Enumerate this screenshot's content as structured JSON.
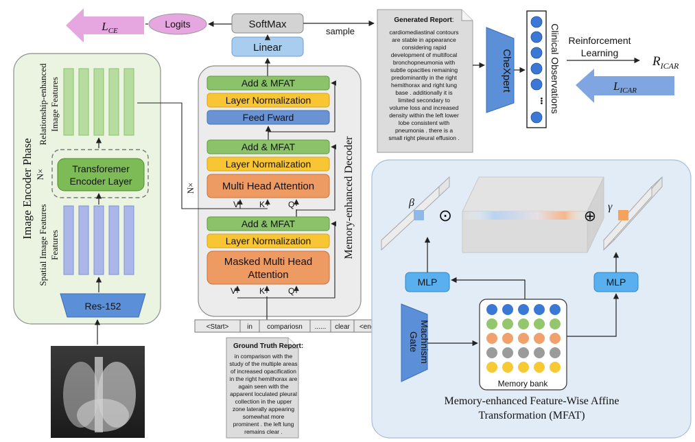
{
  "encoder": {
    "phase_title": "Image Encoder Phase",
    "relation_label_1": "Relationship-enhanced",
    "relation_label_2": "Image Features",
    "nx_left": "N×",
    "encoder_layer_1": "Transforemer",
    "encoder_layer_2": "Encoder Layer",
    "spatial_label_1": "Spatial Image Features",
    "spatial_label_2": "Features",
    "backbone": "Res-152"
  },
  "decoder": {
    "title": "Memory-enhanced Decoder",
    "nx": "N×",
    "softmax": "SoftMax",
    "linear": "Linear",
    "add_mfat_1": "Add  & MFAT",
    "add_mfat_2": "Add  & MFAT",
    "add_mfat_3": "Add & MFAT",
    "layer_norm": "Layer Normalization",
    "feed_forward": "Feed Fward",
    "multi_head": "Multi Head Attention",
    "masked_1": "Masked Multi Head",
    "masked_2": "Attention",
    "v": "V",
    "k": "K",
    "q": "Q",
    "logits": "Logits",
    "sample": "sample",
    "loss_ce_main": "L",
    "loss_ce_sub": "CE"
  },
  "tokens": [
    "<Start>",
    "in",
    "compariosn",
    "......",
    "clear",
    "<end>"
  ],
  "ground_truth": {
    "title": "Ground Truth Report:",
    "lines": [
      "in comparison with the",
      "study of the multiple areas",
      "of increased opacification",
      "in the right hemithorax are",
      "again seen with the",
      "apparent loculated pleural",
      "collection in the upper",
      "zone laterally appearing",
      "somewhat more",
      "prominent . the left lung",
      "remains clear ."
    ]
  },
  "generated": {
    "title": "Generated Report",
    "title_colon": ":",
    "lines": [
      "cardiomediastinal contours",
      "are stable in appearance",
      "considering rapid",
      "development of multifocal",
      "bronchopneumonia with",
      "subtle opacities remaining",
      "predominantly in the right",
      "hemithorax and right lung",
      "base . additionally it is",
      "limited secondary to",
      "volume loss and increased",
      "density within the left lower",
      "lobe consistent with",
      "pneumonia . there is a",
      "small right pleural effusion ."
    ]
  },
  "rl": {
    "chexpert": "CheXpert",
    "clinical": "Clinical Observations",
    "dots": "•••",
    "rl_1": "Reinforcement",
    "rl_2": "Learning",
    "r_main": "R",
    "r_sub": "ICAR",
    "l_main": "L",
    "l_sub": "ICAR"
  },
  "mfat": {
    "beta": "β",
    "gamma": "γ",
    "odot": "⊙",
    "oplus": "⊕",
    "mlp_left": "MLP",
    "mlp_right": "MLP",
    "gate_1": "Gate",
    "gate_2": "Machnism",
    "memory_bank": "Memory bank",
    "caption_1": "Memory-enhanced Feature-Wise Affine",
    "caption_2": "Transformation (MFAT)"
  },
  "colors": {
    "green_panel": "#eaf4e0",
    "blue_panel": "#e2ecf7",
    "decoder_panel": "#ececec",
    "green_box": "#8cc26a",
    "orange_box": "#ee9a63",
    "yellow_box": "#f8c534",
    "blue_box": "#6a93d4",
    "light_blue_box": "#a9cdee",
    "pink_arrow": "#e6a7e0",
    "memory_rows": [
      "#3b78d6",
      "#93c66d",
      "#f0a16c",
      "#9b9b9b",
      "#f7c934"
    ]
  }
}
